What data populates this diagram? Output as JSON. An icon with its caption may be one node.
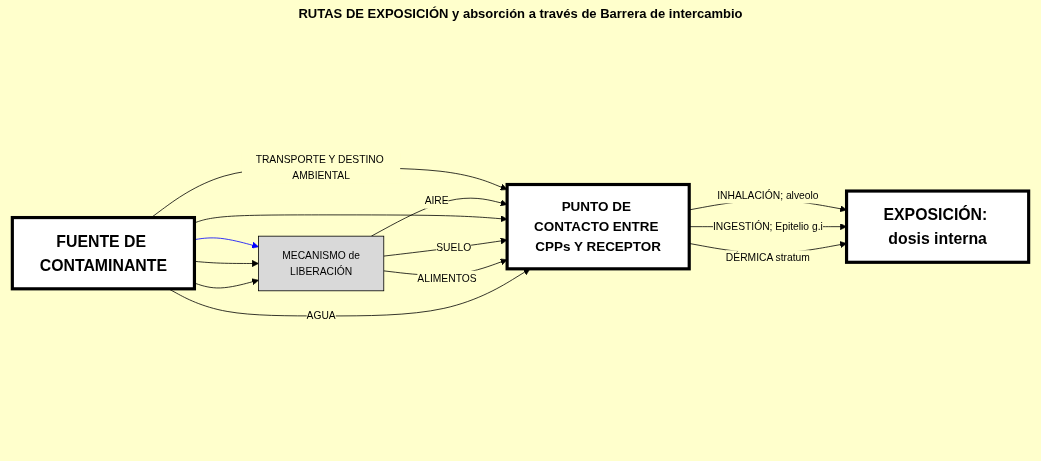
{
  "diagram": {
    "nodes": [
      {
        "text": [
          "MECANISMO de",
          "LIBERACIÓN"
        ]
      },
      {
        "text": [
          "FUENTE DE CONTAMINANTE"
        ]
      },
      {
        "text": [
          "PUNTO DE CONTACTO ENTRE CPPs Y RECEPTOR"
        ]
      },
      {
        "text": [
          "EXPOSICIÓN: dosis interna"
        ]
      }
    ],
    "edges": [
      {
        "from": 1,
        "to": 2,
        "arrow": "to",
        "label": "TRANSPORTE Y DESTINO AMBIENTAL"
      },
      {
        "from": 1,
        "to": 0,
        "arrow": "to",
        "color": "#0000ff"
      },
      {
        "from": 0,
        "to": 2,
        "arrow": "to",
        "label": "AIRE"
      },
      {
        "from": 1,
        "to": 2,
        "arrow": "to"
      },
      {
        "from": 1,
        "to": 0,
        "arrow": "to"
      },
      {
        "from": 0,
        "to": 2,
        "arrow": "to",
        "label": "SUELO"
      },
      {
        "from": 1,
        "to": 0,
        "arrow": "to"
      },
      {
        "from": 0,
        "to": 2,
        "arrow": "to",
        "label": "ALIMENTOS"
      },
      {
        "from": 1,
        "to": 2,
        "arrow": "to",
        "label": "AGUA"
      },
      {
        "from": 2,
        "to": 3,
        "arrow": "to",
        "label": "INHALACIÓN; alveolo"
      },
      {
        "from": 2,
        "to": 3,
        "arrow": "to",
        "label": "INGESTIÓN; Epitelio g.i"
      },
      {
        "from": 2,
        "to": 3,
        "arrow": "to",
        "label": "DÉRMICA stratum"
      }
    ],
    "labels": [
      "RUTAS DE EXPOSICIÓN y absorción a través de Barrera de intercambio"
    ]
  }
}
